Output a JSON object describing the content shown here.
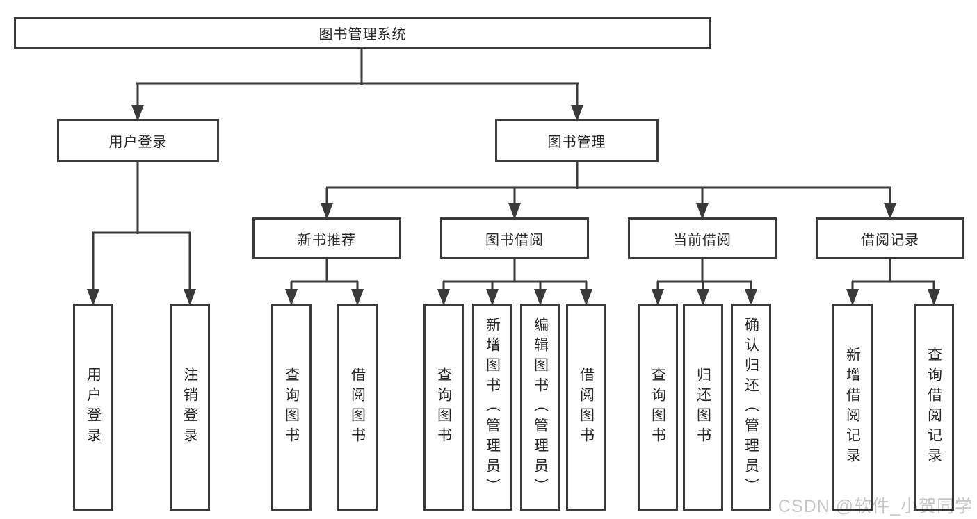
{
  "colors": {
    "line": "#3a3a3a",
    "box_background": "#ffffff",
    "text": "#262626",
    "watermark": "#c6c6c6"
  },
  "watermark": {
    "text": "CSDN @软件_小贺同学"
  },
  "tree": {
    "root": {
      "label": "图书管理系统"
    },
    "branches": [
      {
        "label": "用户登录",
        "children": [
          {
            "label": "用户登录"
          },
          {
            "label": "注销登录"
          }
        ]
      },
      {
        "label": "图书管理",
        "children": [
          {
            "label": "新书推荐",
            "children": [
              {
                "label": "查询图书"
              },
              {
                "label": "借阅图书"
              }
            ]
          },
          {
            "label": "图书借阅",
            "children": [
              {
                "label": "查询图书"
              },
              {
                "label": "新增图书（管理员）"
              },
              {
                "label": "编辑图书（管理员）"
              },
              {
                "label": "借阅图书"
              }
            ]
          },
          {
            "label": "当前借阅",
            "children": [
              {
                "label": "查询图书"
              },
              {
                "label": "归还图书"
              },
              {
                "label": "确认归还（管理员）"
              }
            ]
          },
          {
            "label": "借阅记录",
            "children": [
              {
                "label": "新增借阅记录"
              },
              {
                "label": "查询借阅记录"
              }
            ]
          }
        ]
      }
    ]
  }
}
